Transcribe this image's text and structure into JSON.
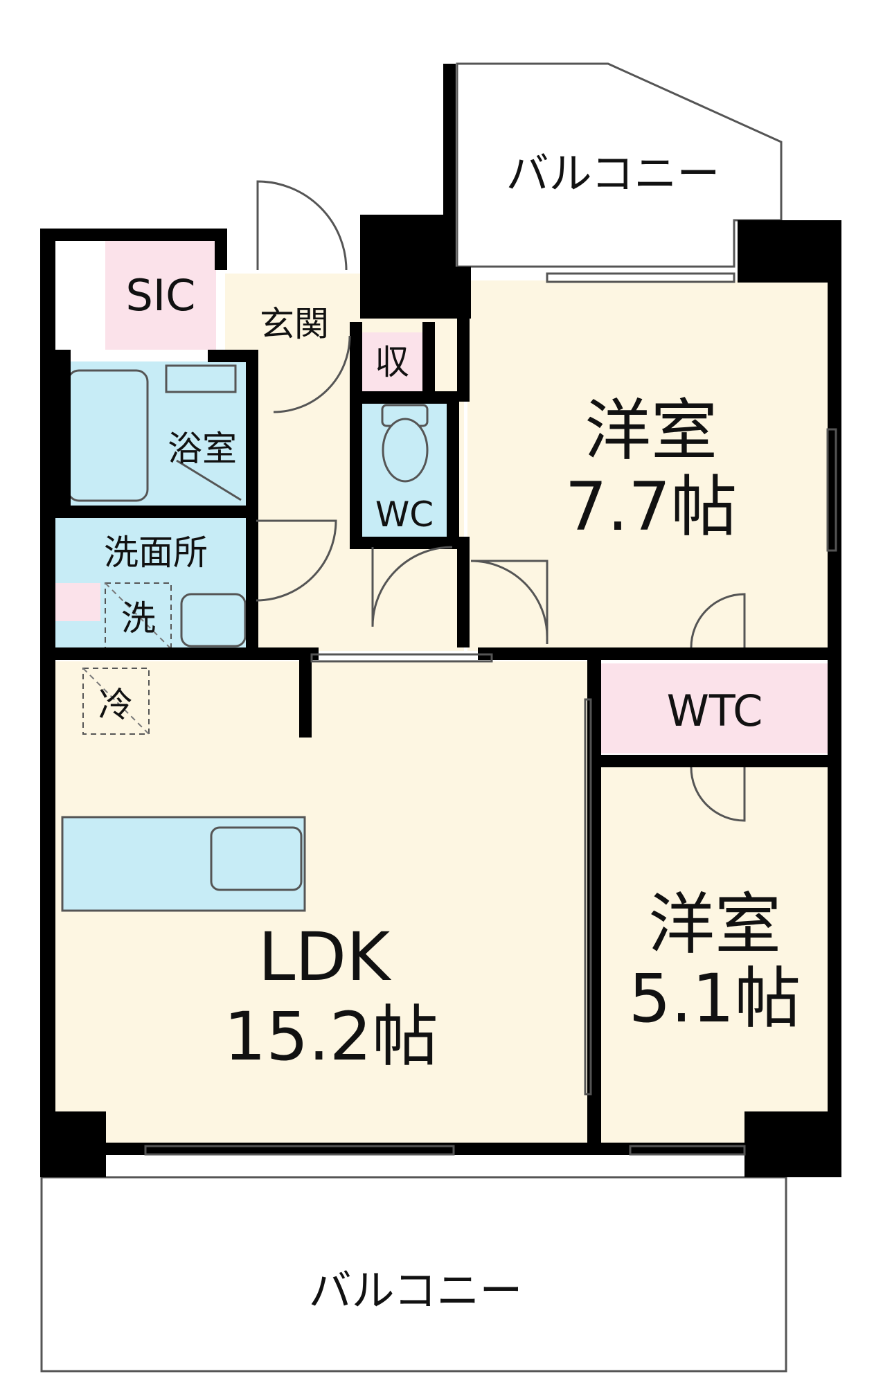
{
  "colors": {
    "wall": "#000000",
    "room_fill": "#fdf6e2",
    "water_fill": "#c7ecf6",
    "storage_fill": "#fbe2ea",
    "outline": "#555555",
    "balcony_fill": "#ffffff"
  },
  "rooms": {
    "balcony_top": "バルコニー",
    "balcony_bottom": "バルコニー",
    "sic": "SIC",
    "entrance": "玄関",
    "storage": "収",
    "bath": "浴室",
    "wc": "WC",
    "washroom": "洗面所",
    "washer": "洗",
    "fridge": "冷",
    "bedroom1_name": "洋室",
    "bedroom1_size": "7.7帖",
    "bedroom2_name": "洋室",
    "bedroom2_size": "5.1帖",
    "wtc": "WTC",
    "ldk_name": "LDK",
    "ldk_size": "15.2帖"
  }
}
